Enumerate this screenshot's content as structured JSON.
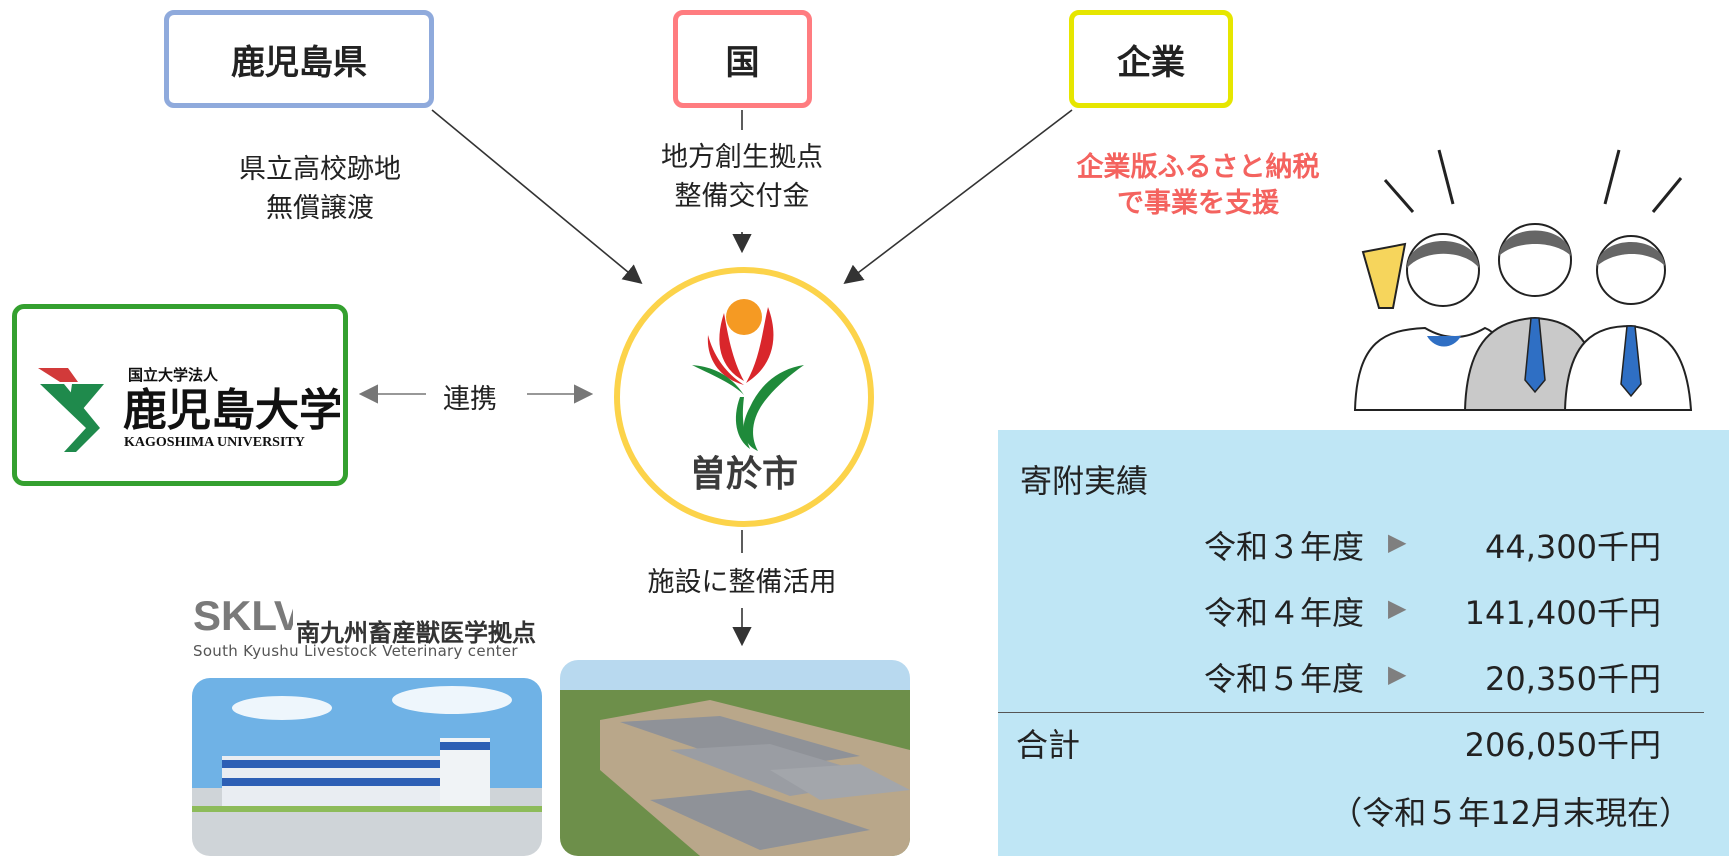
{
  "sources": {
    "prefecture": {
      "label": "鹿児島県",
      "support_lines": [
        "県立高校跡地",
        "無償譲渡"
      ],
      "color": "#8faadc"
    },
    "nation": {
      "label": "国",
      "support_lines": [
        "地方創生拠点",
        "整備交付金"
      ],
      "color": "#ff7c80"
    },
    "company": {
      "label": "企業",
      "support_lines": [
        "企業版ふるさと納税",
        "で事業を支援"
      ],
      "color": "#e6e600",
      "support_color": "#f4635f"
    }
  },
  "city": {
    "name": "曽於市",
    "ring_color": "#fcd34a"
  },
  "university": {
    "logo_small": "国立大学法人",
    "logo_main": "鹿児島大学",
    "logo_en": "KAGOSHIMA UNIVERSITY",
    "relation": "連携",
    "border_color": "#34a02f"
  },
  "facility_use": "施設に整備活用",
  "center": {
    "logo": "SKLV",
    "title": "南九州畜産獣医学拠点",
    "subtitle": "South Kyushu Livestock Veterinary center"
  },
  "donations": {
    "title": "寄附実績",
    "years": [
      {
        "label": "令和３年度",
        "value": "44,300千円"
      },
      {
        "label": "令和４年度",
        "value": "141,400千円"
      },
      {
        "label": "令和５年度",
        "value": "20,350千円"
      }
    ],
    "total_label": "合計",
    "total_value": "206,050千円",
    "note": "（令和５年12月末現在）",
    "panel_color": "#bfe6f5"
  }
}
